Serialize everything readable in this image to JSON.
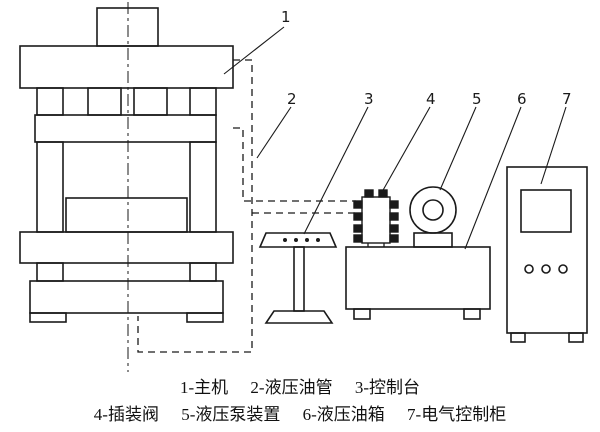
{
  "figure": {
    "background": "#ffffff",
    "line_color": "#1a1a1a",
    "callouts": [
      "1",
      "2",
      "3",
      "4",
      "5",
      "6",
      "7"
    ],
    "legend_row1": [
      "1-主机",
      "2-液压油管",
      "3-控制台"
    ],
    "legend_row2": [
      "4-插装阀",
      "5-液压泵装置",
      "6-液压油箱",
      "7-电气控制柜"
    ]
  }
}
